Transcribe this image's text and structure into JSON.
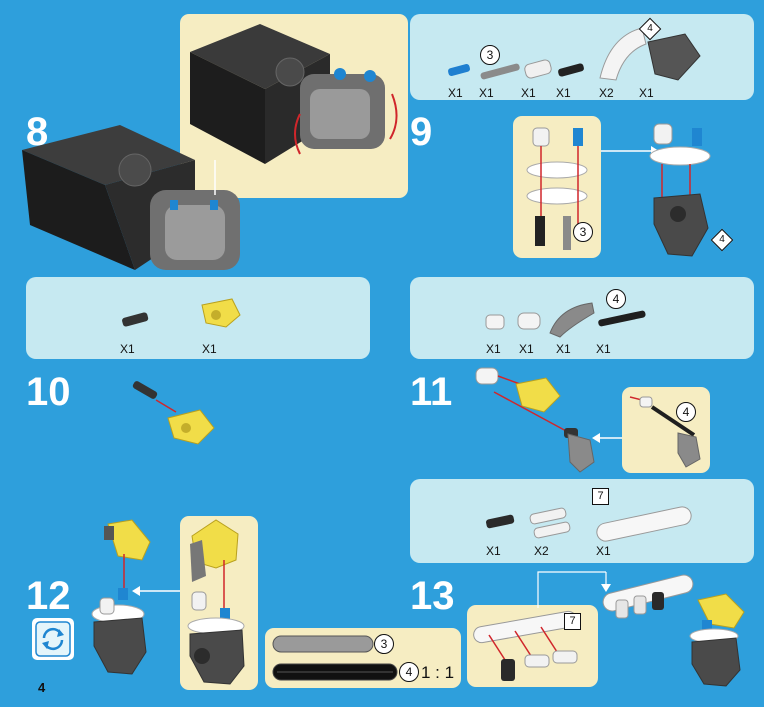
{
  "page_number": "4",
  "ratio_label": "1 : 1",
  "steps": {
    "s8": "8",
    "s9": "9",
    "s10": "10",
    "s11": "11",
    "s12": "12",
    "s13": "13"
  },
  "step9_parts": {
    "ref": "3",
    "ref2": "4",
    "q1": "X1",
    "q2": "X1",
    "q3": "X1",
    "q4": "X1",
    "q5": "X2",
    "q6": "X1"
  },
  "step9_detail": {
    "ref": "3",
    "ref_body": "4"
  },
  "step10_parts": {
    "q1": "X1",
    "q2": "X1"
  },
  "step11_parts": {
    "ref": "4",
    "q1": "X1",
    "q2": "X1",
    "q3": "X1",
    "q4": "X1"
  },
  "step11_detail": {
    "ref": "4"
  },
  "step13_parts": {
    "ref": "7",
    "q1": "X1",
    "q2": "X2",
    "q3": "X1"
  },
  "step13_detail": {
    "ref": "7"
  },
  "scale": {
    "axle3": "3",
    "axle4": "4"
  },
  "colors": {
    "background": "#2e9fdc",
    "panel": "#c6e9f1",
    "callout": "#f6edc2",
    "arrow": "#d0262b"
  }
}
